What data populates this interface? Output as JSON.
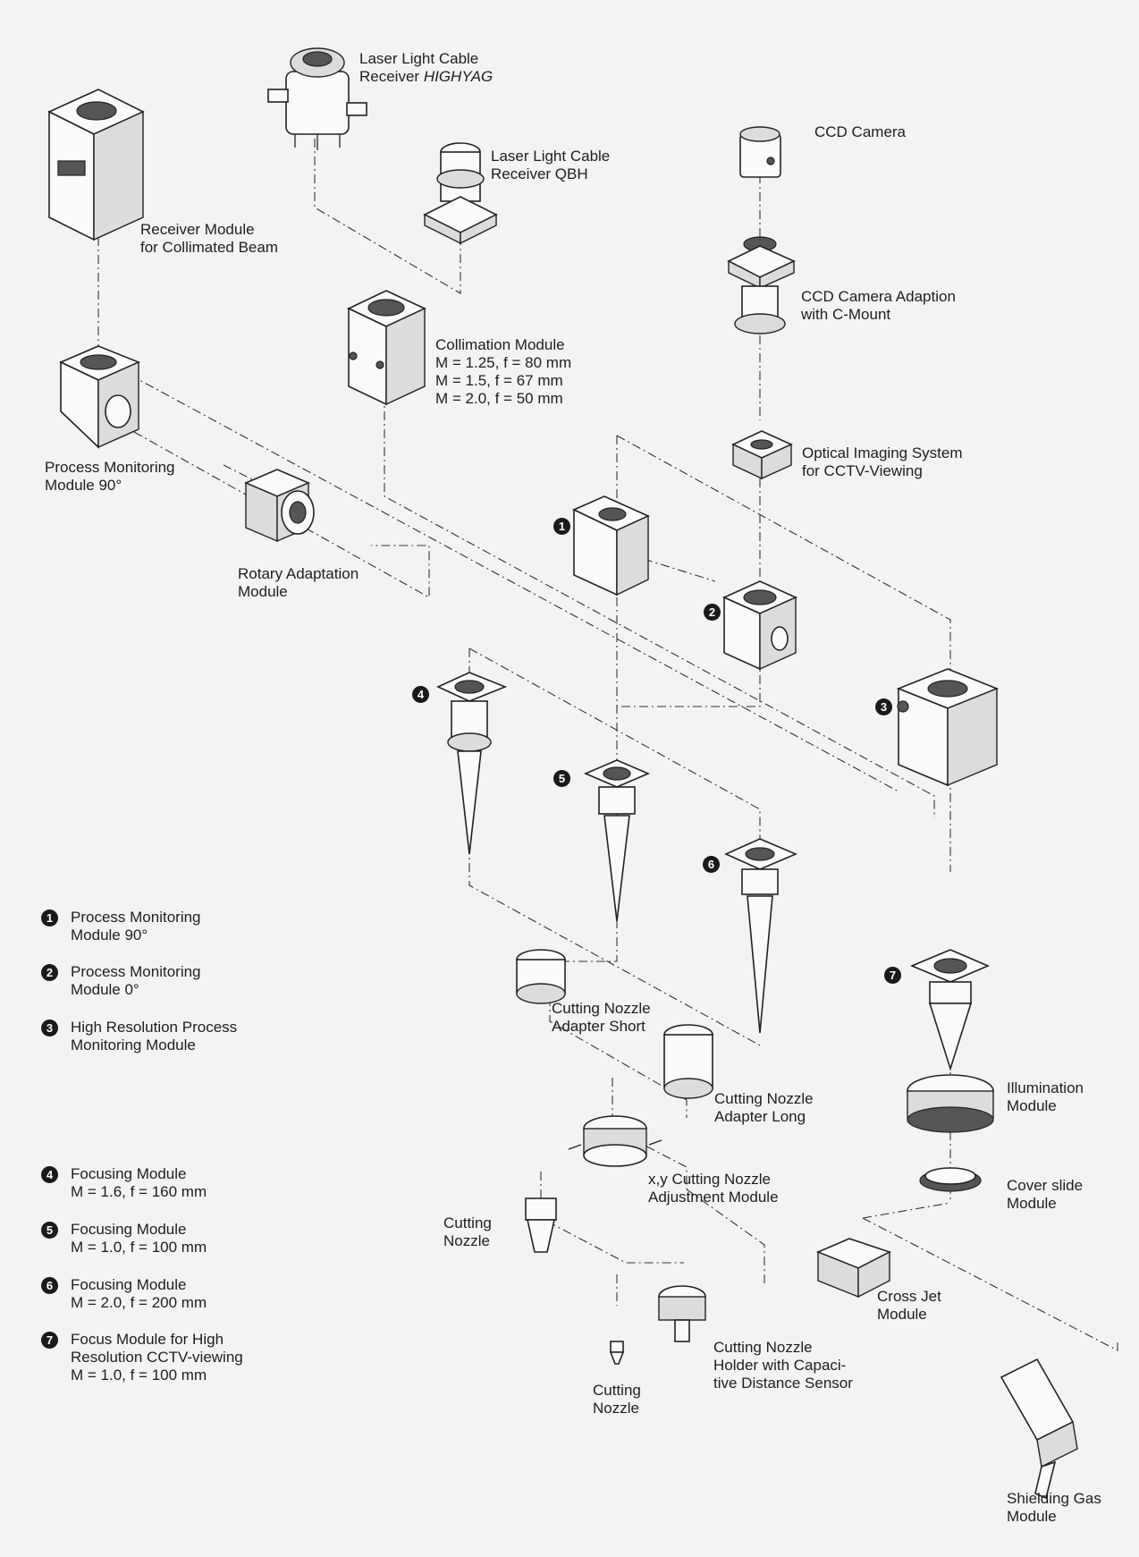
{
  "labels": {
    "laser_cable_highyag": {
      "line1": "Laser Light Cable",
      "line2a": "Receiver ",
      "line2b": "HIGHYAG"
    },
    "laser_cable_qbh": [
      "Laser Light Cable",
      "Receiver QBH"
    ],
    "receiver_collimated": [
      "Receiver Module",
      "for Collimated Beam"
    ],
    "ccd_camera": [
      "CCD Camera"
    ],
    "ccd_adaption": [
      "CCD Camera Adaption",
      "with C-Mount"
    ],
    "collimation": [
      "Collimation Module",
      "M = 1.25, f = 80 mm",
      "M = 1.5, f = 67 mm",
      "M = 2.0,  f = 50 mm"
    ],
    "optical_imaging": [
      "Optical Imaging System",
      "for CCTV-Viewing"
    ],
    "process_monitoring_90": [
      "Process Monitoring",
      "Module 90°"
    ],
    "rotary_adaptation": [
      "Rotary Adaptation",
      "Module"
    ],
    "nozzle_adapter_short": [
      "Cutting Nozzle",
      "Adapter Short"
    ],
    "nozzle_adapter_long": [
      "Cutting Nozzle",
      "Adapter Long"
    ],
    "illumination": [
      "Illumination",
      "Module"
    ],
    "xy_adjustment": [
      "x,y Cutting Nozzle",
      "Adjustment Module"
    ],
    "cover_slide": [
      "Cover slide",
      "Module"
    ],
    "cutting_nozzle_1": [
      "Cutting",
      "Nozzle"
    ],
    "cross_jet": [
      "Cross Jet",
      "Module"
    ],
    "nozzle_holder": [
      "Cutting Nozzle",
      "Holder with Capaci-",
      "tive Distance Sensor"
    ],
    "cutting_nozzle_2": [
      "Cutting",
      "Nozzle"
    ],
    "shielding_gas": [
      "Shielding Gas",
      "Module"
    ]
  },
  "badges": [
    "1",
    "2",
    "3",
    "4",
    "5",
    "6",
    "7"
  ],
  "legend": [
    {
      "num": "1",
      "lines": [
        "Process Monitoring",
        "Module 90°"
      ]
    },
    {
      "num": "2",
      "lines": [
        "Process Monitoring",
        "Module 0°"
      ]
    },
    {
      "num": "3",
      "lines": [
        "High Resolution Process",
        "Monitoring Module"
      ]
    },
    {
      "num": "4",
      "lines": [
        "Focusing Module",
        "M = 1.6, f = 160 mm"
      ]
    },
    {
      "num": "5",
      "lines": [
        "Focusing Module",
        "M = 1.0, f = 100 mm"
      ]
    },
    {
      "num": "6",
      "lines": [
        "Focusing Module",
        "M = 2.0, f = 200 mm"
      ]
    },
    {
      "num": "7",
      "lines": [
        "Focus Module for High",
        "Resolution CCTV-viewing",
        "M = 1.0, f = 100 mm"
      ]
    }
  ]
}
